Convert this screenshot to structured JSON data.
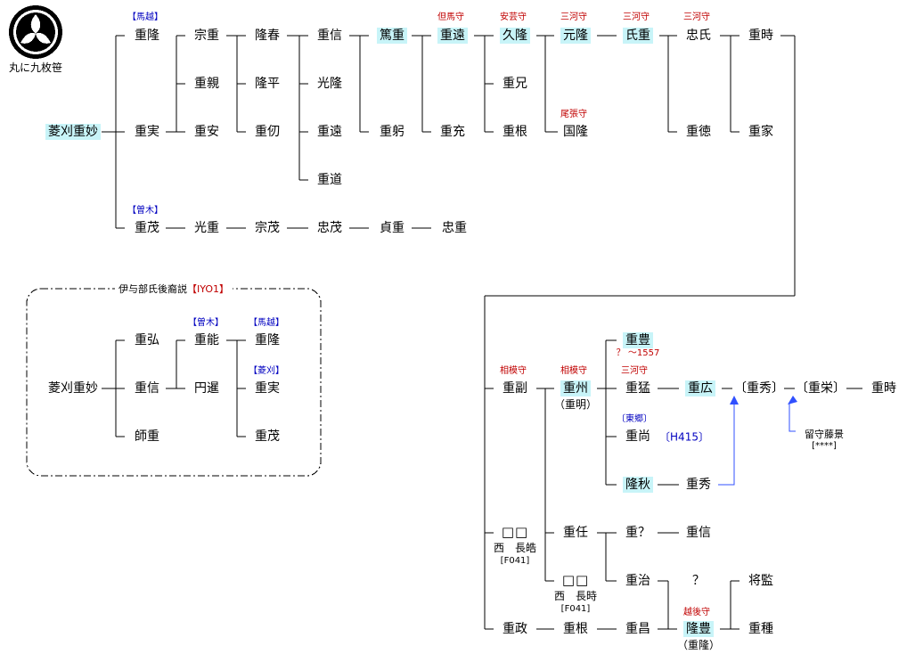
{
  "crest": {
    "label": "丸に九枚笹"
  },
  "tree": {
    "root": "菱刈重妙",
    "g1": {
      "top_tag": "【馬越】",
      "top": "重隆",
      "mid": "重実",
      "bot_tag": "【曽木】",
      "bot": "重茂"
    },
    "g2": {
      "a": "宗重",
      "b": "重親",
      "c": "重安"
    },
    "g3": {
      "a": "隆春",
      "b": "隆平",
      "c": "重仞"
    },
    "g4": {
      "a": "重信",
      "b": "光隆",
      "c": "重遠",
      "d": "重道"
    },
    "g5": {
      "a": "篤重",
      "b": "重躬"
    },
    "g6": {
      "tag": "但馬守",
      "a": "重遠",
      "b": "重充"
    },
    "g7": {
      "tag": "安芸守",
      "a": "久隆",
      "b": "重兄",
      "c": "重根"
    },
    "g8": {
      "tag": "三河守",
      "a": "元隆",
      "b_tag": "尾張守",
      "b": "国隆"
    },
    "g9": {
      "tag": "三河守",
      "a": "氏重"
    },
    "g10": {
      "tag": "三河守",
      "a": "忠氏",
      "b": "重徳"
    },
    "g11": {
      "a": "重時",
      "b": "重家"
    },
    "sogi": [
      "光重",
      "宗茂",
      "忠茂",
      "貞重",
      "忠重"
    ]
  },
  "iyobe": {
    "title": "伊与部氏後裔説",
    "code": "【IYO1】",
    "root": "菱刈重妙",
    "c1": "重弘",
    "c2": "重信",
    "c3": "師重",
    "d1_tag": "【曽木】",
    "d1": "重能",
    "d2": "円暹",
    "e1_tag": "【馬越】",
    "e1": "重隆",
    "e2_tag": "【菱刈】",
    "e2": "重実",
    "e3": "重茂"
  },
  "lower": {
    "fukusuke_tag": "相模守",
    "fukusuke": "重副",
    "shigesu_tag": "相模守",
    "shigesu": "重州",
    "shigesu_alt": "（重明）",
    "shigetoyo": "重豊",
    "shigetoyo_note": "？ ～1557",
    "shigetake_tag": "三河守",
    "shigetake": "重猛",
    "shigehiro": "重広",
    "shigehide_b": "〔重秀〕",
    "shigee_b": "〔重栄〕",
    "last": "重時",
    "togo_tag": "〔東郷〕",
    "shigenao": "重尚",
    "shigenao_ref": "〔H415〕",
    "takaaki": "隆秋",
    "shigehide": "重秀",
    "rusu": "留守藤景",
    "rusu_ref": "[****]",
    "box_a": "□□",
    "box_a_name": "西　長皓",
    "box_a_ref": "[F041]",
    "shigeto": "重任",
    "shige_q": "重？",
    "shigenobu": "重信",
    "shigeharu": "重治",
    "q": "？",
    "shokan": "将監",
    "box_b": "□□",
    "box_b_name": "西　長時",
    "box_b_ref": "[F041]",
    "shigemasa": "重政",
    "shigene": "重根",
    "shigemasa2": "重昌",
    "echigo_tag": "越後守",
    "takatoyo": "隆豊",
    "takatoyo_alt": "（重隆）",
    "shigetane": "重種"
  },
  "colors": {
    "highlight": "#c8f4f8",
    "red": "#c00000",
    "blue": "#0000c0",
    "arrow": "#3050ff"
  }
}
